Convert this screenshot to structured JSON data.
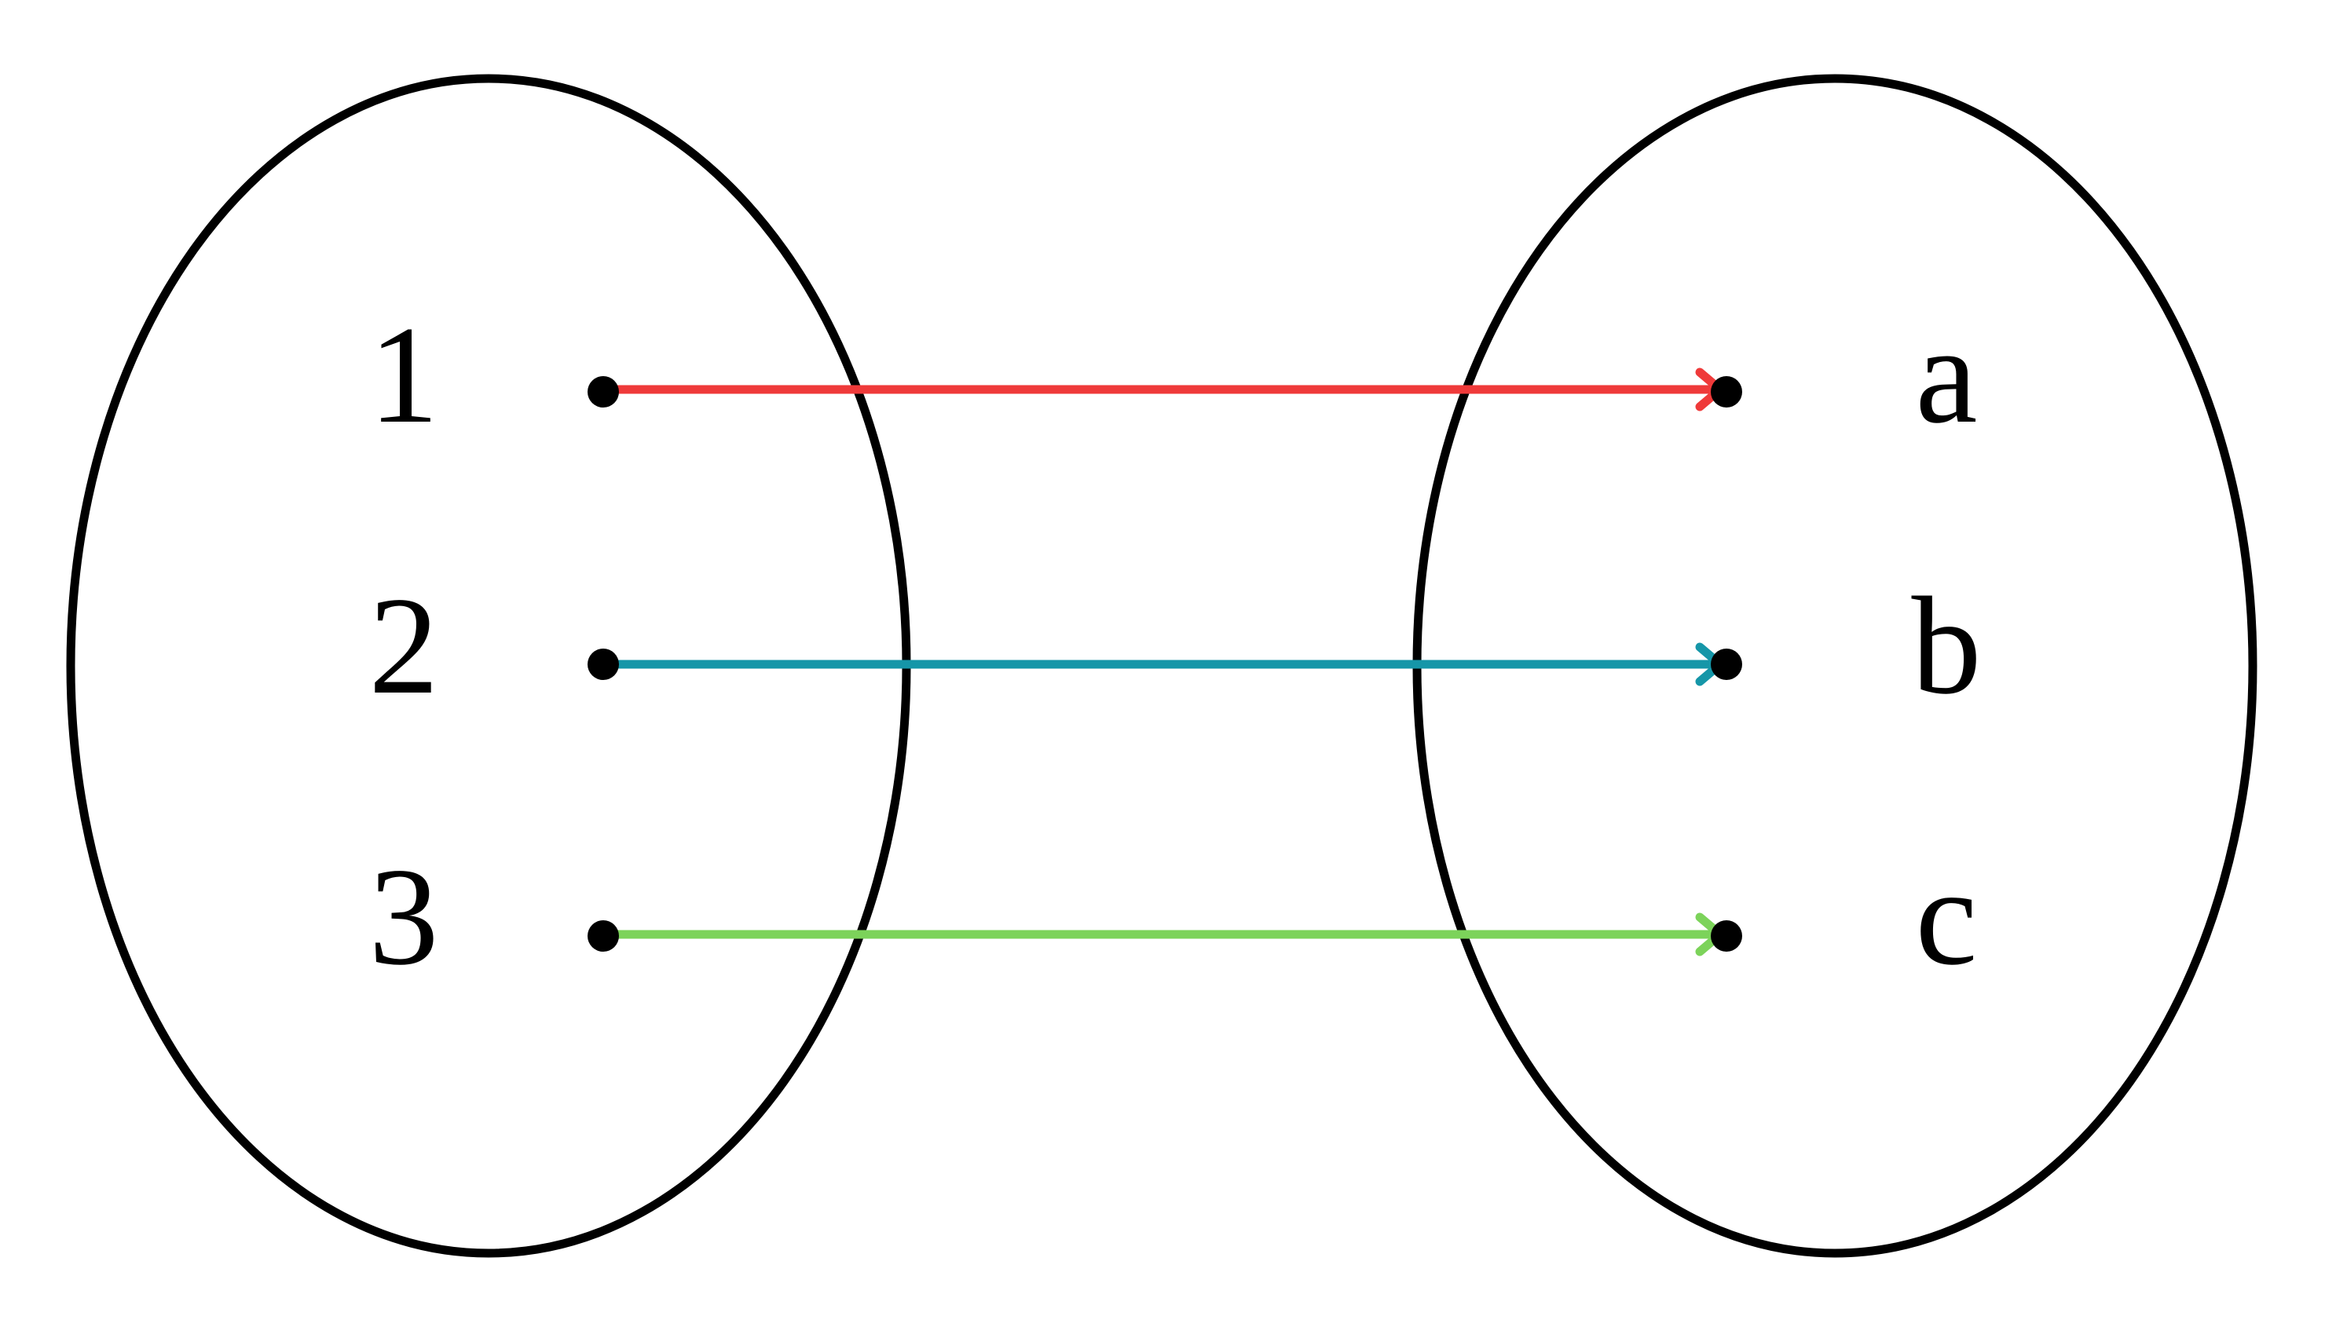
{
  "domain_set": {
    "elements": [
      "1",
      "2",
      "3"
    ]
  },
  "codomain_set": {
    "elements": [
      "a",
      "b",
      "c"
    ]
  },
  "mappings": [
    {
      "from": "1",
      "to": "a",
      "color": "#ef3a3a"
    },
    {
      "from": "2",
      "to": "b",
      "color": "#1596a8"
    },
    {
      "from": "3",
      "to": "c",
      "color": "#7cd35a"
    }
  ],
  "colors": {
    "outline": "#000000",
    "dot": "#000000"
  }
}
